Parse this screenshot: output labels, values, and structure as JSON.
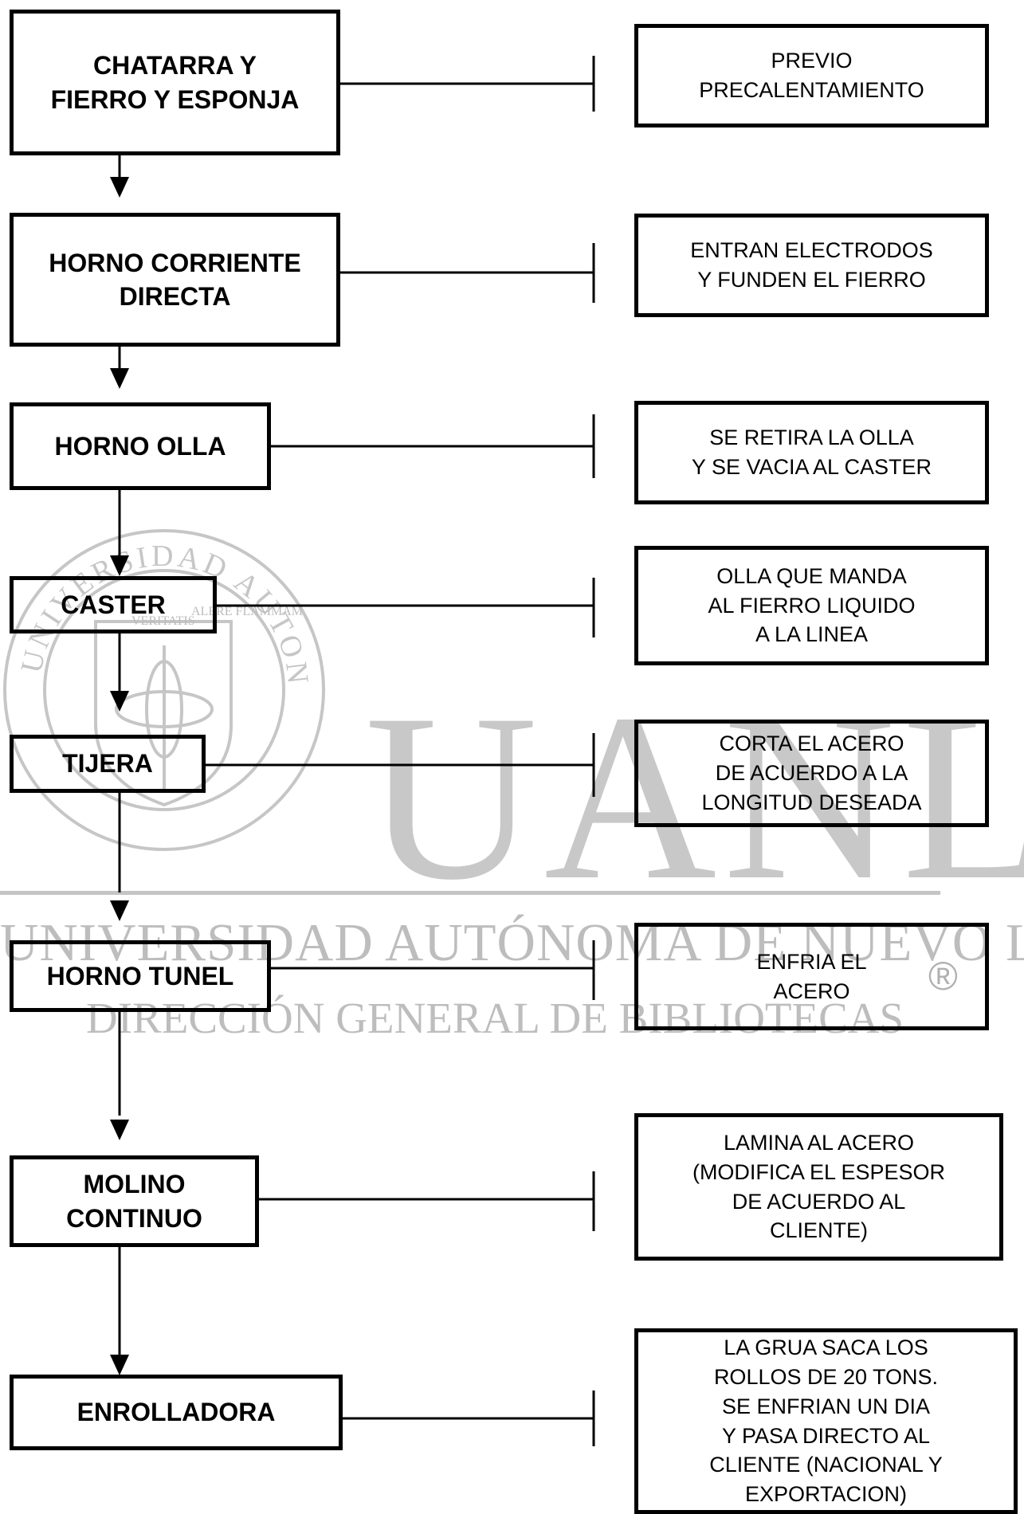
{
  "watermark": {
    "big": "UANL",
    "university": "UNIVERSIDAD AUTÓNOMA DE NUEVO LEÓN",
    "directorate": "DIRECCIÓN GENERAL DE BIBLIOTECAS",
    "registered": "®",
    "seal_upper": "UNIVERSIDAD AUTONOMA DE NUEVO LEON",
    "seal_motto_1": "ALERE FLAMMAM",
    "seal_motto_2": "VERITATIS"
  },
  "steps": [
    {
      "id": "chatarra",
      "lines": [
        "CHATARRA Y",
        "FIERRO Y ESPONJA"
      ]
    },
    {
      "id": "horno-corriente-directa",
      "lines": [
        "HORNO CORRIENTE",
        "DIRECTA"
      ]
    },
    {
      "id": "horno-olla",
      "lines": [
        "HORNO OLLA"
      ]
    },
    {
      "id": "caster",
      "lines": [
        "CASTER"
      ]
    },
    {
      "id": "tijera",
      "lines": [
        "TIJERA"
      ]
    },
    {
      "id": "horno-tunel",
      "lines": [
        "HORNO TUNEL"
      ]
    },
    {
      "id": "molino-continuo",
      "lines": [
        "MOLINO",
        "CONTINUO"
      ]
    },
    {
      "id": "enrolladora",
      "lines": [
        "ENROLLADORA"
      ]
    }
  ],
  "notes": [
    {
      "id": "previo",
      "lines": [
        "PREVIO",
        "PRECALENTAMIENTO"
      ]
    },
    {
      "id": "electrodos",
      "lines": [
        "ENTRAN ELECTRODOS",
        "Y FUNDEN EL FIERRO"
      ]
    },
    {
      "id": "retira-olla",
      "lines": [
        "SE RETIRA LA OLLA",
        "Y SE VACIA AL CASTER"
      ]
    },
    {
      "id": "olla-manda",
      "lines": [
        "OLLA QUE MANDA",
        "AL FIERRO LIQUIDO",
        "A LA LINEA"
      ]
    },
    {
      "id": "corta",
      "lines": [
        "CORTA EL ACERO",
        "DE ACUERDO A LA",
        "LONGITUD DESEADA"
      ]
    },
    {
      "id": "enfria",
      "lines": [
        "ENFRIA EL",
        "ACERO"
      ]
    },
    {
      "id": "lamina",
      "lines": [
        "LAMINA AL ACERO",
        "(MODIFICA EL ESPESOR",
        "DE ACUERDO AL",
        "CLIENTE)"
      ]
    },
    {
      "id": "grua",
      "lines": [
        "LA GRUA SACA LOS",
        "ROLLOS DE 20 TONS.",
        "SE ENFRIAN UN DIA",
        "Y PASA DIRECTO AL",
        "CLIENTE (NACIONAL Y",
        "EXPORTACION)"
      ]
    }
  ]
}
